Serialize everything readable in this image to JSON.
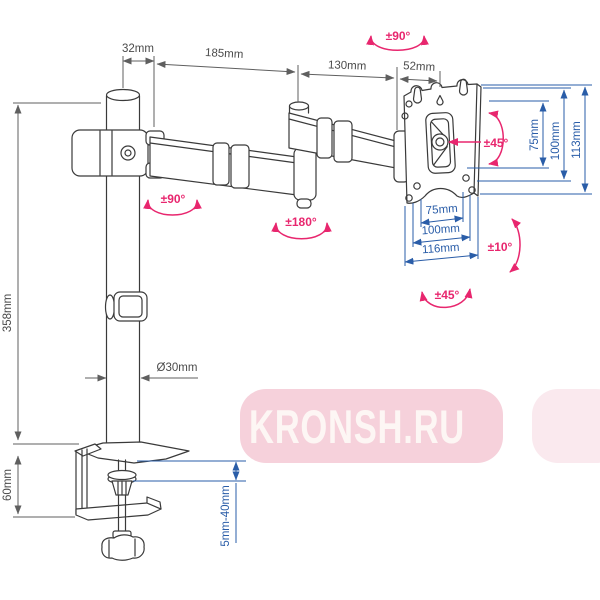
{
  "watermark": {
    "text": "KRONSH.RU"
  },
  "colors": {
    "background": "#ffffff",
    "line_art": "#3a3a3a",
    "dimension_gray": "#5f5f5f",
    "dimension_blue": "#2a5da8",
    "accent_pink": "#e8266e",
    "watermark_bg": "#f5cfd9",
    "watermark_text": "#fdf6f4"
  },
  "dims": {
    "top": {
      "d32": "32mm",
      "d185": "185mm",
      "d130": "130mm",
      "d52": "52mm"
    },
    "left": {
      "pole_height": "358mm",
      "clamp_height": "60mm"
    },
    "pole": {
      "diameter": "Ø30mm"
    },
    "desk": {
      "thickness_range": "5mm-40mm"
    },
    "vesa_vertical": {
      "v75": "75mm",
      "v100": "100mm",
      "v113": "113mm"
    },
    "vesa_horizontal": {
      "h75": "75mm",
      "h100": "100mm",
      "h116": "116mm"
    }
  },
  "rotations": {
    "head_swivel_top": "±90°",
    "plate_rotation": "±45°",
    "arm_swivel_pole": "±90°",
    "arm_swivel_elbow": "±180°",
    "tilt_side": "±10°",
    "base_swivel": "±45°"
  }
}
